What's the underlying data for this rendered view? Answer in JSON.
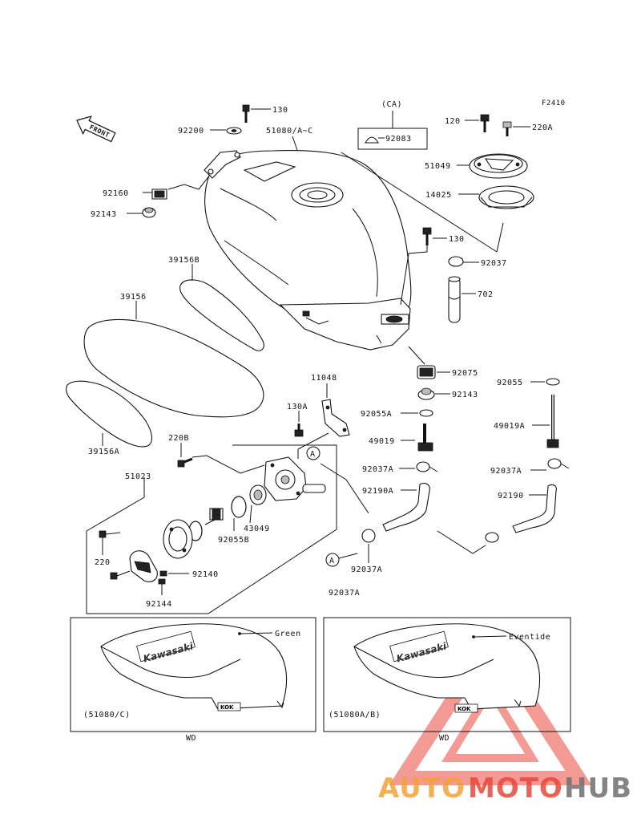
{
  "figure_code": "F2410",
  "front_label": "FRONT",
  "ca_label": "(CA)",
  "part_labels": {
    "p130_top": "130",
    "p92200": "92200",
    "p51080": "51080/A~C",
    "p92083": "92083",
    "p120": "120",
    "p220A": "220A",
    "p51049": "51049",
    "p14025": "14025",
    "p92160": "92160",
    "p92143_left": "92143",
    "p130_mid": "130",
    "p92037": "92037",
    "p702": "702",
    "p39156B": "39156B",
    "p39156": "39156",
    "p92075": "92075",
    "p92143_mid": "92143",
    "p92055": "92055",
    "p11048": "11048",
    "p130A": "130A",
    "p92055A": "92055A",
    "p49019A": "49019A",
    "p39156A": "39156A",
    "p220B": "220B",
    "p49019": "49019",
    "p51023": "51023",
    "p92037A_a": "92037A",
    "p92037A_b": "92037A",
    "p92190A": "92190A",
    "p92190": "92190",
    "p43049": "43049",
    "p92055B": "92055B",
    "p220": "220",
    "p92140": "92140",
    "p92144": "92144",
    "p92037A_c": "92037A",
    "p92037A_d": "92037A"
  },
  "circle_marker": "A",
  "panel_left": {
    "color_label": "Green",
    "code": "(51080/C)",
    "brand": "Kawasaki",
    "badge": "KOK",
    "model": "WD"
  },
  "panel_right": {
    "color_label": "Eventide",
    "code": "(51080A/B)",
    "brand": "Kawasaki",
    "badge": "KOK",
    "model": "WD"
  },
  "watermark": {
    "auto": "AUTO",
    "moto": "MOTO",
    "hub": "HUB",
    "color_red": "#e8483c",
    "color_orange": "#f3a23a",
    "color_gray": "#6f6f6f"
  }
}
